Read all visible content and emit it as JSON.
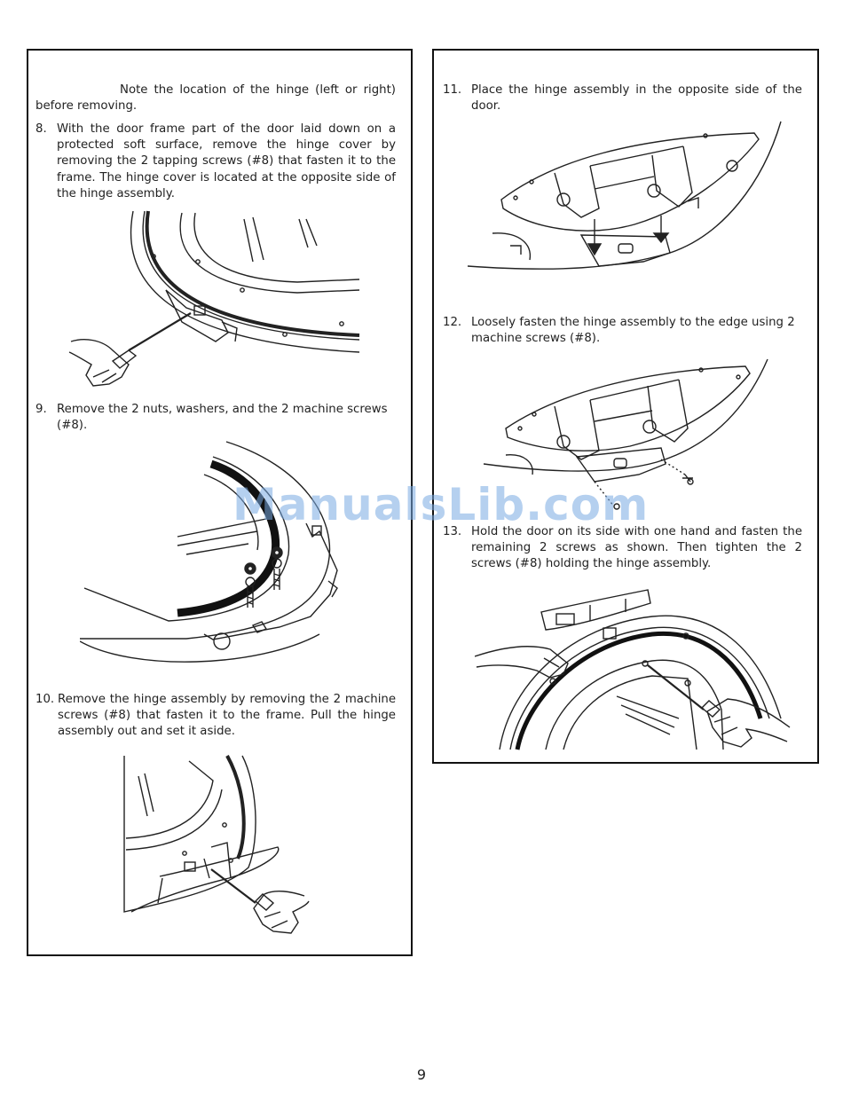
{
  "left": {
    "note": "Note the location of the hinge (left or right) before removing.",
    "steps": [
      {
        "num": "8.",
        "text": "With the door frame part of the door laid down on a protected soft surface, remove the hinge cover by removing the 2 tapping screws (#8) that fasten it to the frame. The hinge cover is located at the opposite side of the hinge assembly."
      },
      {
        "num": "9.",
        "text": "Remove the 2 nuts, washers, and the 2 machine screws (#8)."
      },
      {
        "num": "10.",
        "text": "Remove the hinge assembly by removing the 2 machine screws (#8) that fasten it to the frame. Pull the hinge assembly out and set it aside."
      }
    ]
  },
  "right": {
    "steps": [
      {
        "num": "11.",
        "text": "Place the hinge assembly in the opposite side of the door."
      },
      {
        "num": "12.",
        "text": "Loosely fasten the hinge assembly to the edge using 2 machine screws (#8)."
      },
      {
        "num": "13.",
        "text": "Hold the door on its side with one hand and fasten the remaining 2 screws as shown. Then tighten the 2 screws (#8) holding the hinge assembly."
      }
    ]
  },
  "page_number": "9",
  "watermark": "ManualsLib.com",
  "colors": {
    "border": "#111111",
    "watermark": "#78aae1"
  }
}
